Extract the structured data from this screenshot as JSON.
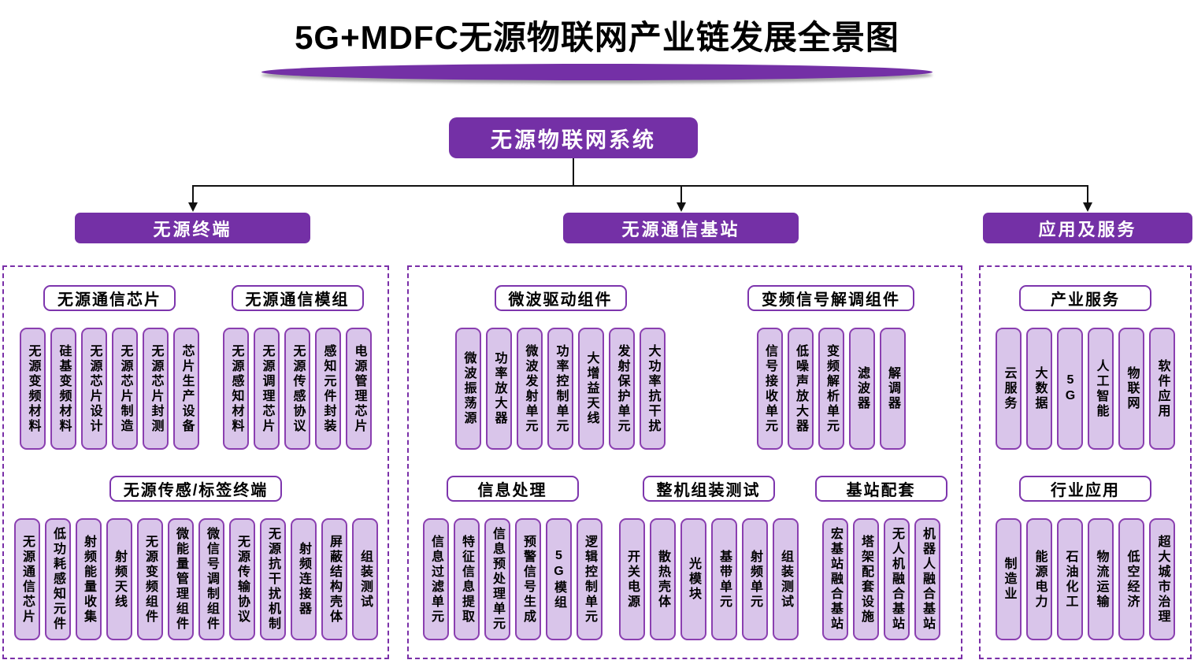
{
  "title": "5G+MDFC无源物联网产业链发展全景图",
  "root_label": "无源物联网系统",
  "colors": {
    "accent_purple": "#7430a6",
    "card_fill": "#d9c5ea",
    "card_border": "#8a3fb0",
    "connector_line": "#000000"
  },
  "branches": [
    {
      "label": "无源终端",
      "rows": [
        {
          "modules": [
            {
              "header": "无源通信芯片",
              "items": [
                "无源变频材料",
                "硅基变频材料",
                "无源芯片设计",
                "无源芯片制造",
                "无源芯片封测",
                "芯片生产设备"
              ]
            },
            {
              "header": "无源通信模组",
              "items": [
                "无源感知材料",
                "无源调理芯片",
                "无源传感协议",
                "感知元件封装",
                "电源管理芯片"
              ]
            }
          ]
        },
        {
          "modules": [
            {
              "header": "无源传感/标签终端",
              "items": [
                "无源通信芯片",
                "低功耗感知元件",
                "射频能量收集",
                "射频天线",
                "无源变频组件",
                "微能量管理组件",
                "微信号调制组件",
                "无源传输协议",
                "无源抗干扰机制",
                "射频连接器",
                "屏蔽结构壳体",
                "组装测试"
              ]
            }
          ]
        }
      ]
    },
    {
      "label": "无源通信基站",
      "rows": [
        {
          "modules": [
            {
              "header": "微波驱动组件",
              "items": [
                "微波振荡源",
                "功率放大器",
                "微波发射单元",
                "功率控制单元",
                "大增益天线",
                "发射保护单元",
                "大功率抗干扰"
              ]
            },
            {
              "header": "变频信号解调组件",
              "items": [
                "信号接收单元",
                "低噪声放大器",
                "变频解析单元",
                "滤波器",
                "解调器"
              ]
            }
          ]
        },
        {
          "modules": [
            {
              "header": "信息处理",
              "items": [
                "信息过滤单元",
                "特征信息提取",
                "信息预处理单元",
                "预警信号生成",
                "5G模组",
                "逻辑控制单元"
              ]
            },
            {
              "header": "整机组装测试",
              "items": [
                "开关电源",
                "散热壳体",
                "光模块",
                "基带单元",
                "射频单元",
                "组装测试"
              ]
            },
            {
              "header": "基站配套",
              "items": [
                "宏基站融合基站",
                "塔架配套设施",
                "无人机融合基站",
                "机器人融合基站"
              ]
            }
          ]
        }
      ]
    },
    {
      "label": "应用及服务",
      "rows": [
        {
          "modules": [
            {
              "header": "产业服务",
              "items": [
                "云服务",
                "大数据",
                "5G",
                "人工智能",
                "物联网",
                "软件应用"
              ]
            }
          ]
        },
        {
          "modules": [
            {
              "header": "行业应用",
              "items": [
                "制造业",
                "能源电力",
                "石油化工",
                "物流运输",
                "低空经济",
                "超大城市治理"
              ]
            }
          ]
        }
      ]
    }
  ]
}
